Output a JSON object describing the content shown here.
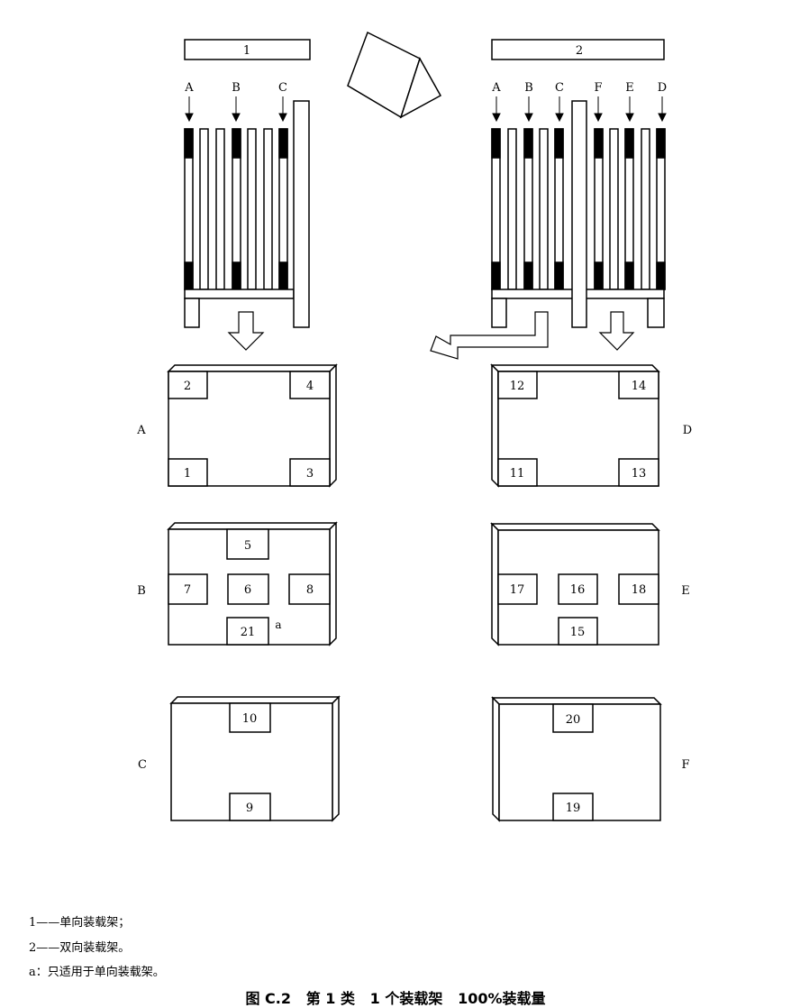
{
  "rack_boxes": [
    {
      "label": "1"
    },
    {
      "label": "2"
    }
  ],
  "rack1_slot_labels": [
    "A",
    "B",
    "C"
  ],
  "rack2_slot_labels": [
    "A",
    "B",
    "C",
    "F",
    "E",
    "D"
  ],
  "panel_side_labels": [
    "A",
    "B",
    "C",
    "D",
    "E",
    "F"
  ],
  "sample_labels": [
    "1",
    "2",
    "3",
    "4",
    "5",
    "6",
    "7",
    "8",
    "9",
    "10",
    "11",
    "12",
    "13",
    "14",
    "15",
    "16",
    "17",
    "18",
    "19",
    "20",
    "21"
  ],
  "note_marker": "a",
  "legend": [
    "1——单向装载架；",
    "2——双向装载架。",
    "a：只适用于单向装载架。"
  ],
  "caption": "图 C.2   第 1 类   1 个装载架   100%装载量"
}
